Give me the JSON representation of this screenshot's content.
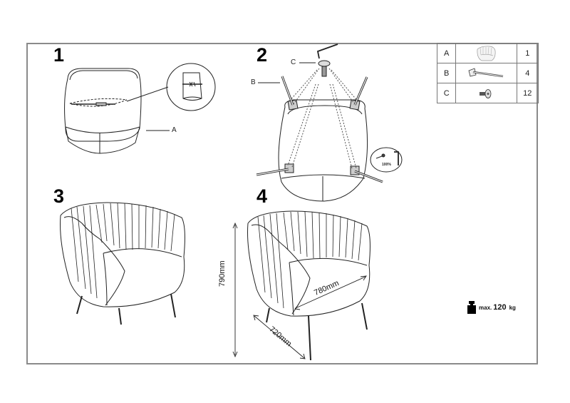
{
  "document": {
    "type": "assembly-instructions",
    "product": "armchair"
  },
  "steps": [
    {
      "number": "1",
      "callouts": [
        "A"
      ]
    },
    {
      "number": "2",
      "callouts": [
        "C",
        "B"
      ],
      "tool_note": "100%"
    },
    {
      "number": "3",
      "callouts": []
    },
    {
      "number": "4",
      "callouts": []
    }
  ],
  "parts_table": {
    "rows": [
      {
        "letter": "A",
        "icon": "armchair-icon",
        "qty": "1"
      },
      {
        "letter": "B",
        "icon": "leg-with-plate-icon",
        "qty": "4"
      },
      {
        "letter": "C",
        "icon": "screw-bolt-icon",
        "qty": "12"
      }
    ]
  },
  "dimensions": {
    "height": "790mm",
    "width": "780mm",
    "depth": "720mm"
  },
  "max_load": {
    "prefix": "max.",
    "value": "120",
    "unit": "kg",
    "icon": "weight-icon"
  },
  "colors": {
    "frame_border": "#8a8a8a",
    "line_art": "#222222",
    "background": "#ffffff"
  }
}
